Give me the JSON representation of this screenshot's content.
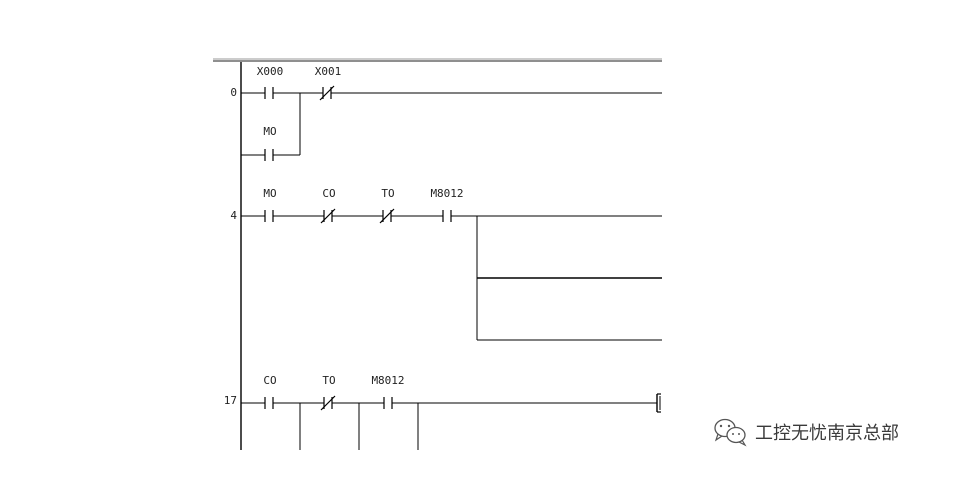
{
  "ladder": {
    "steps": [
      {
        "number": "0"
      },
      {
        "number": "4"
      },
      {
        "number": "17"
      }
    ],
    "contacts": [
      {
        "id": "x000",
        "label": "X000",
        "type": "NO"
      },
      {
        "id": "x001",
        "label": "X001",
        "type": "NC"
      },
      {
        "id": "m0-hold",
        "label": "MO",
        "type": "NO"
      },
      {
        "id": "m0-r4",
        "label": "MO",
        "type": "NO"
      },
      {
        "id": "c0-r4",
        "label": "CO",
        "type": "NC"
      },
      {
        "id": "t0-r4",
        "label": "TO",
        "type": "NC"
      },
      {
        "id": "m8012-r4",
        "label": "M8012",
        "type": "NO"
      },
      {
        "id": "c0-r17",
        "label": "CO",
        "type": "NO"
      },
      {
        "id": "t0-r17",
        "label": "TO",
        "type": "NC"
      },
      {
        "id": "m8012-r17",
        "label": "M8012",
        "type": "NO"
      }
    ],
    "truncated_instruction": "[M"
  },
  "watermark": {
    "text": "工控无忧南京总部",
    "icon": "wechat-icon"
  },
  "colors": {
    "line": "#000000",
    "text": "#222222",
    "background": "#ffffff"
  }
}
